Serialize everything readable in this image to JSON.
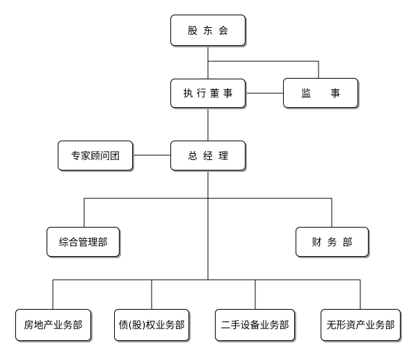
{
  "nodes": {
    "shareholders": "股东会",
    "executive_director": "执行董事",
    "supervisor": "监事",
    "general_manager": "总经理",
    "advisory_group": "专家顾问团",
    "general_management": "综合管理部",
    "finance": "财务部",
    "real_estate": "房地产业务部",
    "equity": "债(股)权业务部",
    "used_equipment": "二手设备业务部",
    "intangible_assets": "无形资产业务部"
  }
}
